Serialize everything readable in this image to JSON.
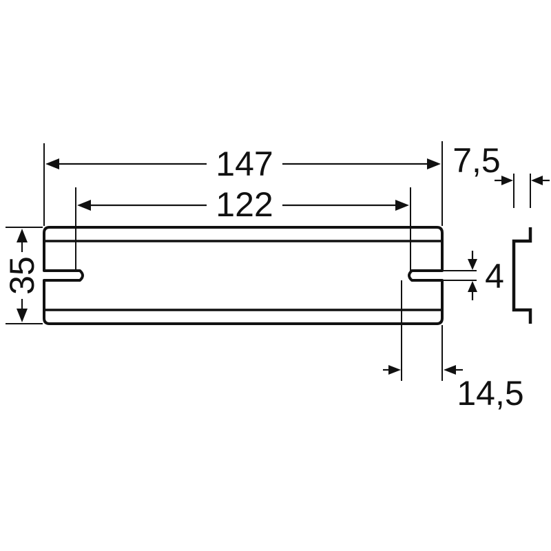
{
  "dimensions": {
    "overall_length": "147",
    "slot_spacing": "122",
    "height": "35",
    "slot_width": "4",
    "slot_end_offset": "14,5",
    "profile_depth": "7,5"
  },
  "colors": {
    "line": "#111111",
    "background": "#ffffff"
  }
}
